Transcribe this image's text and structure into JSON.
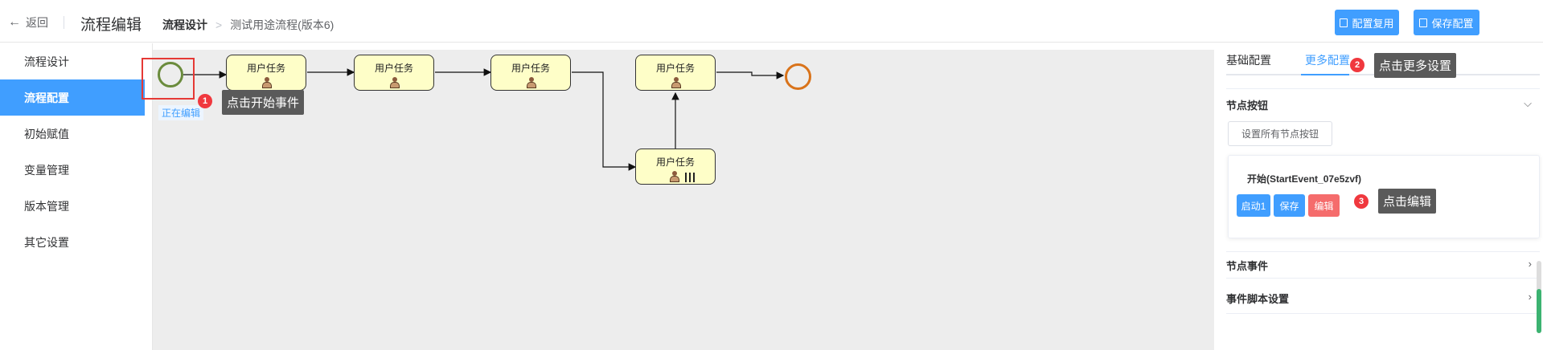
{
  "header": {
    "back_label": "返回",
    "page_title": "流程编辑",
    "breadcrumb": {
      "current": "流程设计",
      "separator": ">",
      "process_name": "测试用途流程(版本6)"
    },
    "buttons": {
      "reuse_config": "配置复用",
      "save_config": "保存配置"
    }
  },
  "sidebar": {
    "items": [
      {
        "label": "流程设计",
        "active": false
      },
      {
        "label": "流程配置",
        "active": true
      },
      {
        "label": "初始赋值",
        "active": false
      },
      {
        "label": "变量管理",
        "active": false
      },
      {
        "label": "版本管理",
        "active": false
      },
      {
        "label": "其它设置",
        "active": false
      }
    ]
  },
  "diagram": {
    "tasks": [
      {
        "label": "用户任务",
        "multi_instance": false
      },
      {
        "label": "用户任务",
        "multi_instance": false
      },
      {
        "label": "用户任务",
        "multi_instance": false
      },
      {
        "label": "用户任务",
        "multi_instance": false
      },
      {
        "label": "用户任务",
        "multi_instance": true
      }
    ],
    "editing_tag": "正在编辑",
    "start_event_color": "#6a8b3c",
    "end_event_color": "#d9731a",
    "task_fill": "#fefec8"
  },
  "callouts": [
    {
      "number": "1",
      "text": "点击开始事件"
    },
    {
      "number": "2",
      "text": "点击更多设置"
    },
    {
      "number": "3",
      "text": "点击编辑"
    }
  ],
  "right_panel": {
    "tabs": [
      {
        "label": "基础配置",
        "active": false
      },
      {
        "label": "更多配置",
        "active": true
      }
    ],
    "node_buttons_section": {
      "title": "节点按钮",
      "set_all_label": "设置所有节点按钮",
      "node_title": "开始(StartEvent_07e5zvf)",
      "buttons": [
        {
          "label": "启动1",
          "color": "#409eff"
        },
        {
          "label": "保存",
          "color": "#409eff"
        },
        {
          "label": "编辑",
          "color": "#f56c6c"
        }
      ]
    },
    "node_events_title": "节点事件",
    "event_script_title": "事件脚本设置"
  },
  "colors": {
    "primary": "#409eff",
    "danger": "#f56c6c",
    "callout": "#f0383e"
  }
}
